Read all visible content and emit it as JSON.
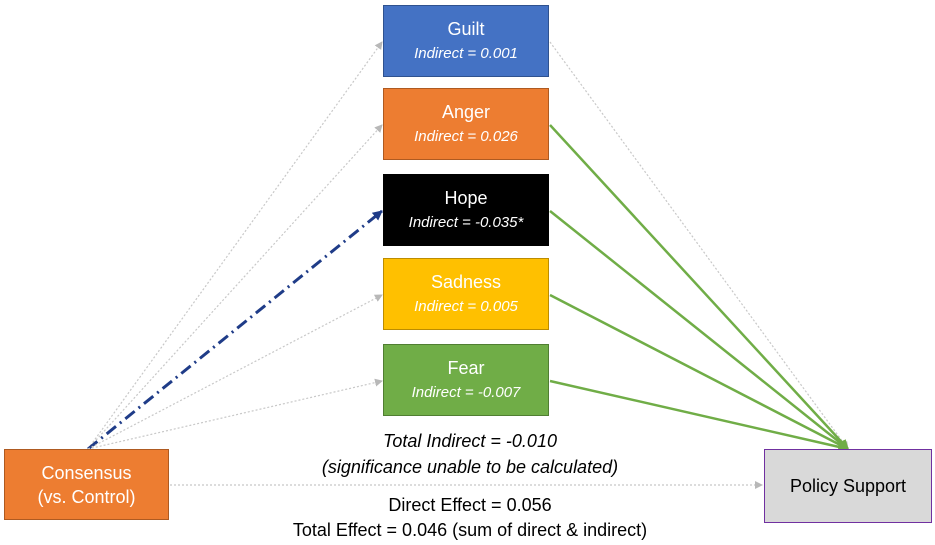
{
  "mediators": [
    {
      "name": "Guilt",
      "indirect": "Indirect = 0.001"
    },
    {
      "name": "Anger",
      "indirect": "Indirect = 0.026"
    },
    {
      "name": "Hope",
      "indirect": "Indirect = -0.035*"
    },
    {
      "name": "Sadness",
      "indirect": "Indirect = 0.005"
    },
    {
      "name": "Fear",
      "indirect": "Indirect = -0.007"
    }
  ],
  "predictor": {
    "line1": "Consensus",
    "line2": "(vs. Control)"
  },
  "outcome": {
    "name": "Policy Support"
  },
  "effects": {
    "total_indirect": "Total Indirect = -0.010",
    "significance_note": "(significance unable to be calculated)",
    "direct": "Direct Effect = 0.056",
    "total": "Total Effect = 0.046 (sum of direct & indirect)"
  },
  "colors": {
    "guilt": "#4472c4",
    "anger": "#ed7d31",
    "hope": "#000000",
    "sadness": "#ffc000",
    "fear": "#70ad47",
    "consensus": "#ed7d31",
    "policy": "#d9d9d9",
    "significant_path": "#70ad47",
    "hope_path": "#1f3c88",
    "nonsignificant_path": "#c8c8c8"
  }
}
